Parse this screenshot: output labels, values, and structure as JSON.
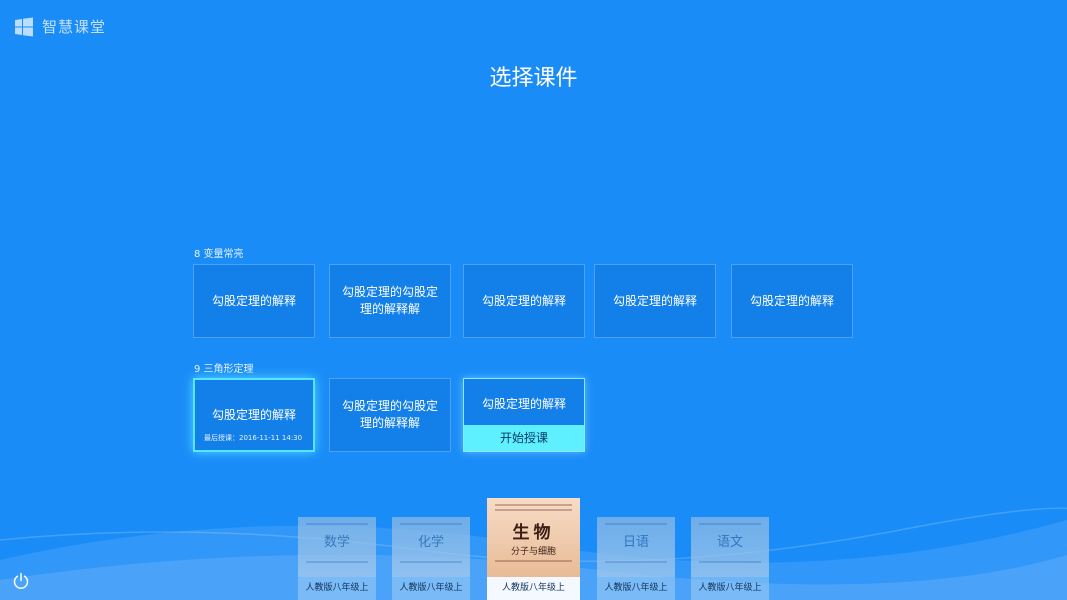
{
  "app": {
    "name": "智慧课堂",
    "logo_icon": "windows-logo-icon"
  },
  "page_title": "选择课件",
  "sections": [
    {
      "label": "8 变量常亮",
      "cards": [
        {
          "title": "勾股定理的解释"
        },
        {
          "title": "勾股定理的勾股定理的解释解"
        },
        {
          "title": "勾股定理的解释"
        },
        {
          "title": "勾股定理的解释"
        },
        {
          "title": "勾股定理的解释"
        }
      ]
    },
    {
      "label": "9 三角形定理",
      "cards": [
        {
          "title": "勾股定理的解释",
          "last_opened": "最后授课：2016-11-11 14:30",
          "state": "selected"
        },
        {
          "title": "勾股定理的勾股定理的解释解"
        },
        {
          "title": "勾股定理的解释",
          "action_label": "开始授课",
          "state": "hover"
        }
      ]
    }
  ],
  "books": [
    {
      "cover_title": "数学",
      "label": "人教版八年级上"
    },
    {
      "cover_title": "化学",
      "label": "人教版八年级上"
    },
    {
      "cover_title": "生物",
      "cover_subtitle": "分子与细胞",
      "label": "人教版八年级上",
      "state": "active"
    },
    {
      "cover_title": "日语",
      "label": "人教版八年级上"
    },
    {
      "cover_title": "语文",
      "label": "人教版八年级上"
    }
  ],
  "footer": {
    "power_icon": "power-icon"
  },
  "colors": {
    "background": "#1a8cf8",
    "card": "#137fe8",
    "accent": "#5ef0ff"
  }
}
